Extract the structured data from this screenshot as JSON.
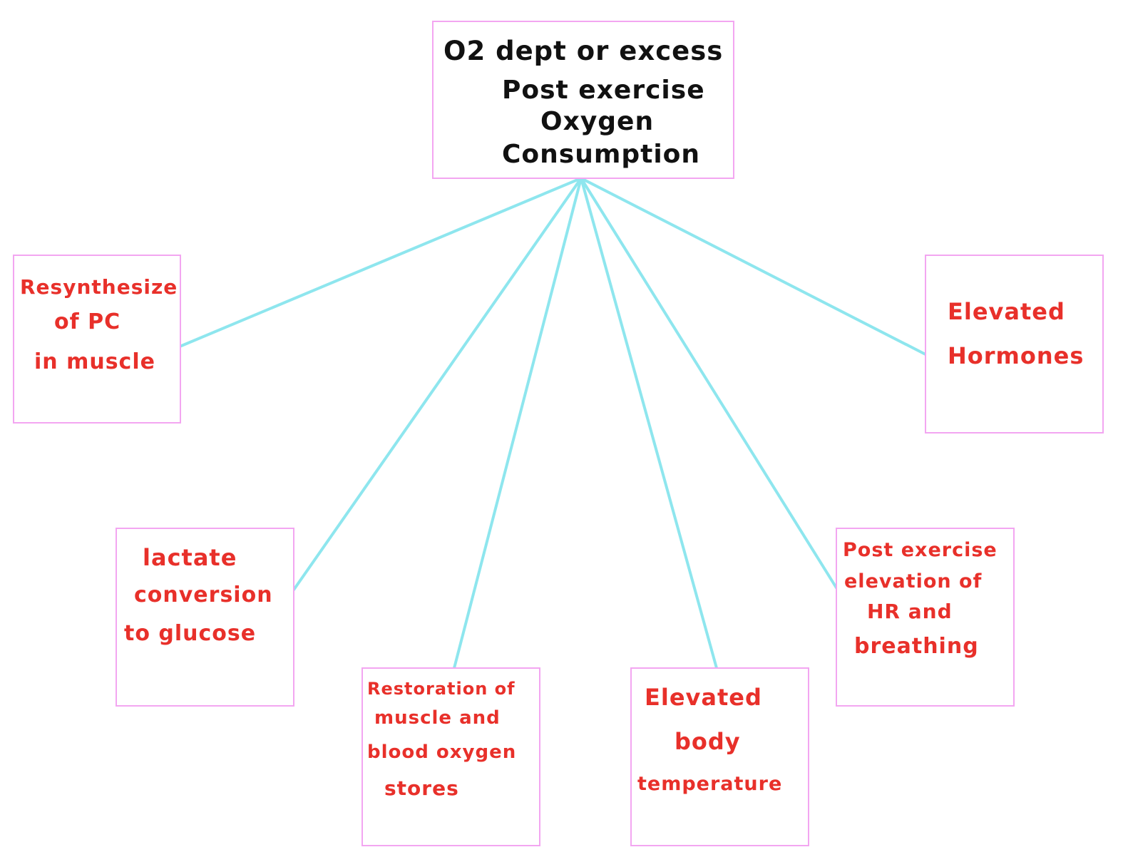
{
  "colors": {
    "box_border": "#f3a6f1",
    "connector": "#8ee6ee",
    "central_text": "#111111",
    "leaf_text": "#e8302a"
  },
  "central": {
    "lines": [
      "O2 dept or excess",
      "Post exercise",
      "Oxygen",
      "Consumption"
    ]
  },
  "nodes": [
    {
      "id": "resynthesis",
      "lines": [
        "Resynthesize",
        "of PC",
        "in muscle"
      ]
    },
    {
      "id": "lactate",
      "lines": [
        "lactate",
        "conversion",
        "to glucose"
      ]
    },
    {
      "id": "restoration",
      "lines": [
        "Restoration of",
        "muscle and",
        "blood oxygen",
        "stores"
      ]
    },
    {
      "id": "body-temp",
      "lines": [
        "Elevated",
        "body",
        "temperature"
      ]
    },
    {
      "id": "hr-breathing",
      "lines": [
        "Post exercise",
        "elevation of",
        "HR and",
        "breathing"
      ]
    },
    {
      "id": "hormones",
      "lines": [
        "Elevated",
        "Hormones"
      ]
    }
  ]
}
